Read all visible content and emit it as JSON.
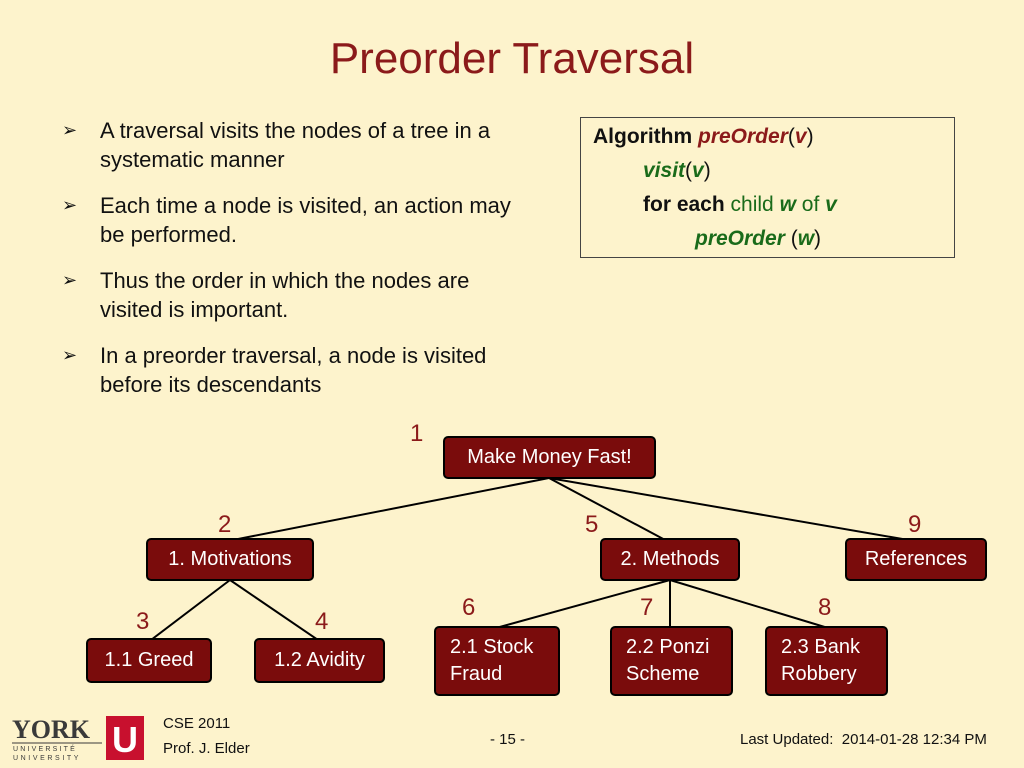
{
  "slide": {
    "title": "Preorder Traversal",
    "bullets": [
      "A traversal visits the nodes of a tree in a systematic manner",
      "Each time a node is visited, an action may be performed.",
      "Thus the order in which the nodes are visited is important.",
      "In a preorder traversal, a node is visited before its descendants"
    ],
    "algorithm": {
      "line1": {
        "kw": "Algorithm",
        "name": "preOrder",
        "open": "(",
        "arg": "v",
        "close": ")"
      },
      "line2": {
        "name": "visit",
        "open": "(",
        "arg": "v",
        "close": ")"
      },
      "line3": {
        "kw": "for each",
        "child": "child",
        "var": "w",
        "of": "of",
        "var2": "v"
      },
      "line4": {
        "name": "preOrder",
        "open": " (",
        "arg": "w",
        "close": ")"
      }
    },
    "tree": {
      "nodes": [
        {
          "id": "root",
          "label": "Make Money Fast!",
          "order": "1"
        },
        {
          "id": "motivations",
          "label": "1. Motivations",
          "order": "2"
        },
        {
          "id": "greed",
          "label": "1.1 Greed",
          "order": "3"
        },
        {
          "id": "avidity",
          "label": "1.2 Avidity",
          "order": "4"
        },
        {
          "id": "methods",
          "label": "2. Methods",
          "order": "5"
        },
        {
          "id": "stock",
          "label": "2.1 Stock Fraud",
          "line1": "2.1 Stock",
          "line2": "Fraud",
          "order": "6"
        },
        {
          "id": "ponzi",
          "label": "2.2 Ponzi Scheme",
          "line1": "2.2 Ponzi",
          "line2": "Scheme",
          "order": "7"
        },
        {
          "id": "bank",
          "label": "2.3 Bank Robbery",
          "line1": "2.3 Bank",
          "line2": "Robbery",
          "order": "8"
        },
        {
          "id": "references",
          "label": "References",
          "order": "9"
        }
      ]
    },
    "footer": {
      "course": "CSE 2011",
      "author": "Prof. J. Elder",
      "page": "- 15 -",
      "updated": "Last Updated:  2014-01-28 12:34 PM"
    },
    "logo": {
      "name": "york-university-logo",
      "word": "YORK",
      "sub1": "UNIVERSITÉ",
      "sub2": "UNIVERSITY",
      "mark": "U"
    },
    "colors": {
      "background": "#fdf3cc",
      "accent": "#8b1a1a",
      "node_fill": "#7a0c0c",
      "green": "#1a6b1a"
    }
  }
}
